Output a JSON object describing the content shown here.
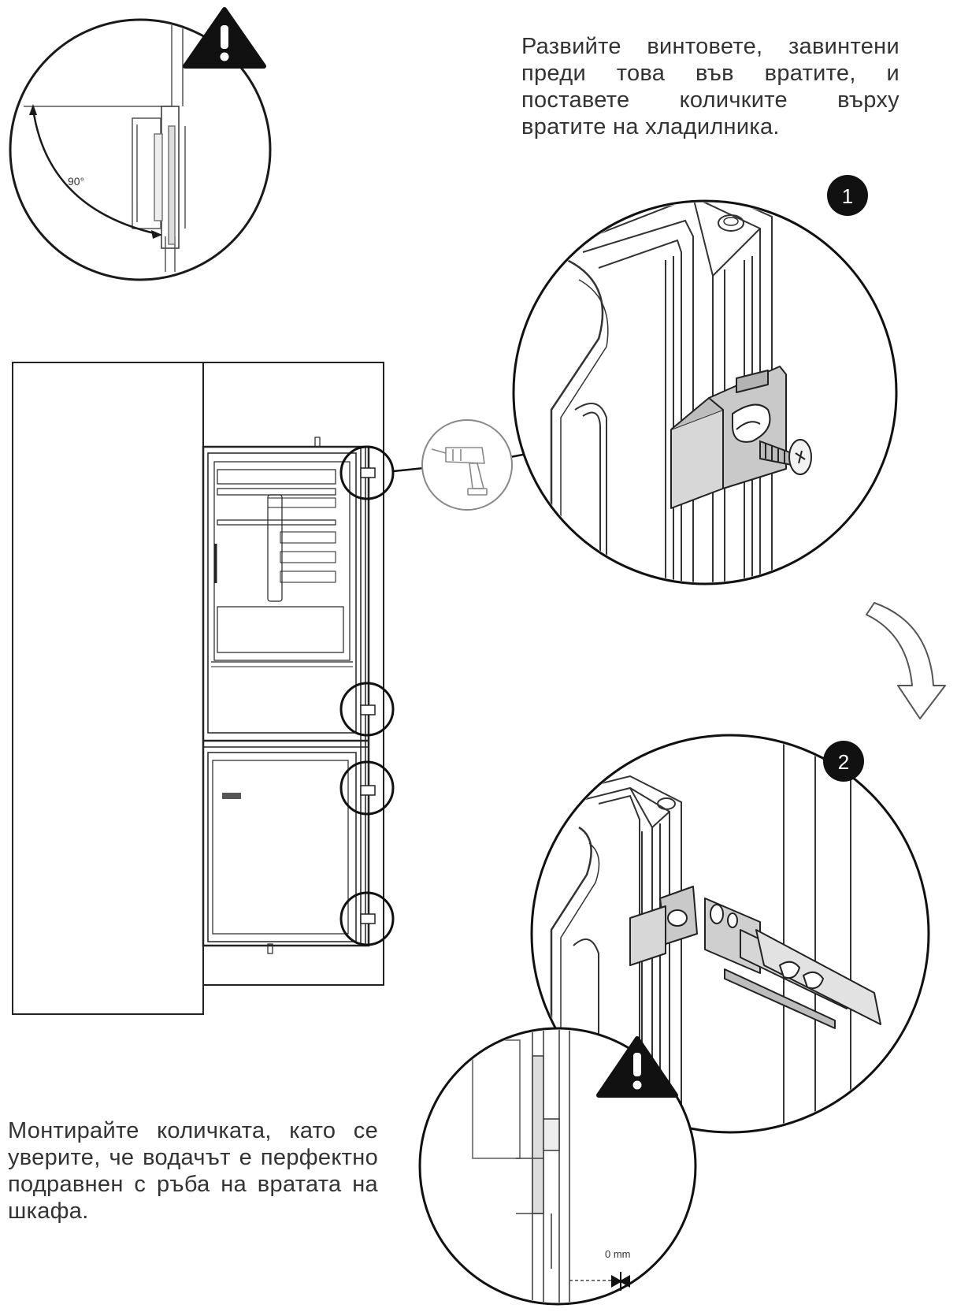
{
  "instructions": {
    "top": [
      "Развийте винтовете, завинтени",
      "преди това във вратите, и",
      "поставете количките върху",
      "вратите на хладилника."
    ],
    "bottom": [
      "Монтирайте количката, като се",
      "уверите, че водачът е перфектно",
      "подравнен с ръба на вратата на",
      "шкафа."
    ]
  },
  "detail_top_left": {
    "angle_label": "90°",
    "icon": "warning-icon"
  },
  "step_one": {
    "number": "1",
    "icon": "screw-icon"
  },
  "step_two": {
    "number": "2",
    "icon": "door-slide-icon"
  },
  "detail_bottom": {
    "gap_label": "0 mm",
    "icon": "warning-icon"
  },
  "tool": {
    "icon": "electric-screwdriver-icon"
  },
  "colors": {
    "line": "#1a1a1a",
    "part_fill": "#c9c9c9",
    "badge": "#111111"
  }
}
